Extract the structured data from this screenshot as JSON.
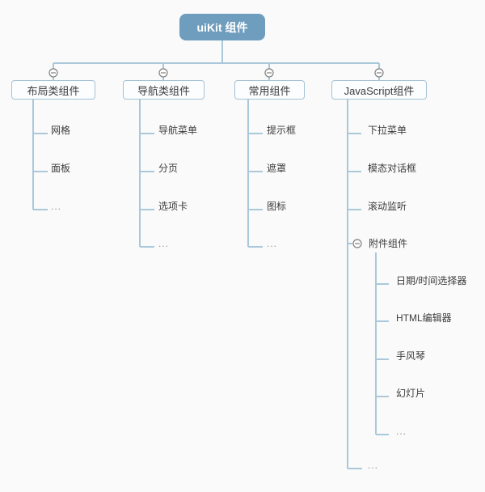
{
  "colors": {
    "canvas_bg": "#fafafa",
    "root_bg": "#6f9dbe",
    "root_text": "#ffffff",
    "node_bg": "#fbfdfe",
    "node_border": "#a5c2d5",
    "line": "#aac8da",
    "icon_stroke": "#808080",
    "text": "#3c3c3c",
    "ellipsis": "#8f8f8f"
  },
  "root": {
    "label": "uiKit 组件"
  },
  "branches": [
    {
      "label": "布局类组件",
      "items": [
        "网格",
        "面板",
        "..."
      ]
    },
    {
      "label": "导航类组件",
      "items": [
        "导航菜单",
        "分页",
        "选项卡",
        "..."
      ]
    },
    {
      "label": "常用组件",
      "items": [
        "提示框",
        "遮罩",
        "图标",
        "..."
      ]
    },
    {
      "label": "JavaScript组件",
      "items": [
        "下拉菜单",
        "模态对话框",
        "滚动监听",
        "附件组件",
        "..."
      ],
      "children": [
        "日期/时间选择器",
        "HTML编辑器",
        "手风琴",
        "幻灯片",
        "..."
      ]
    }
  ]
}
